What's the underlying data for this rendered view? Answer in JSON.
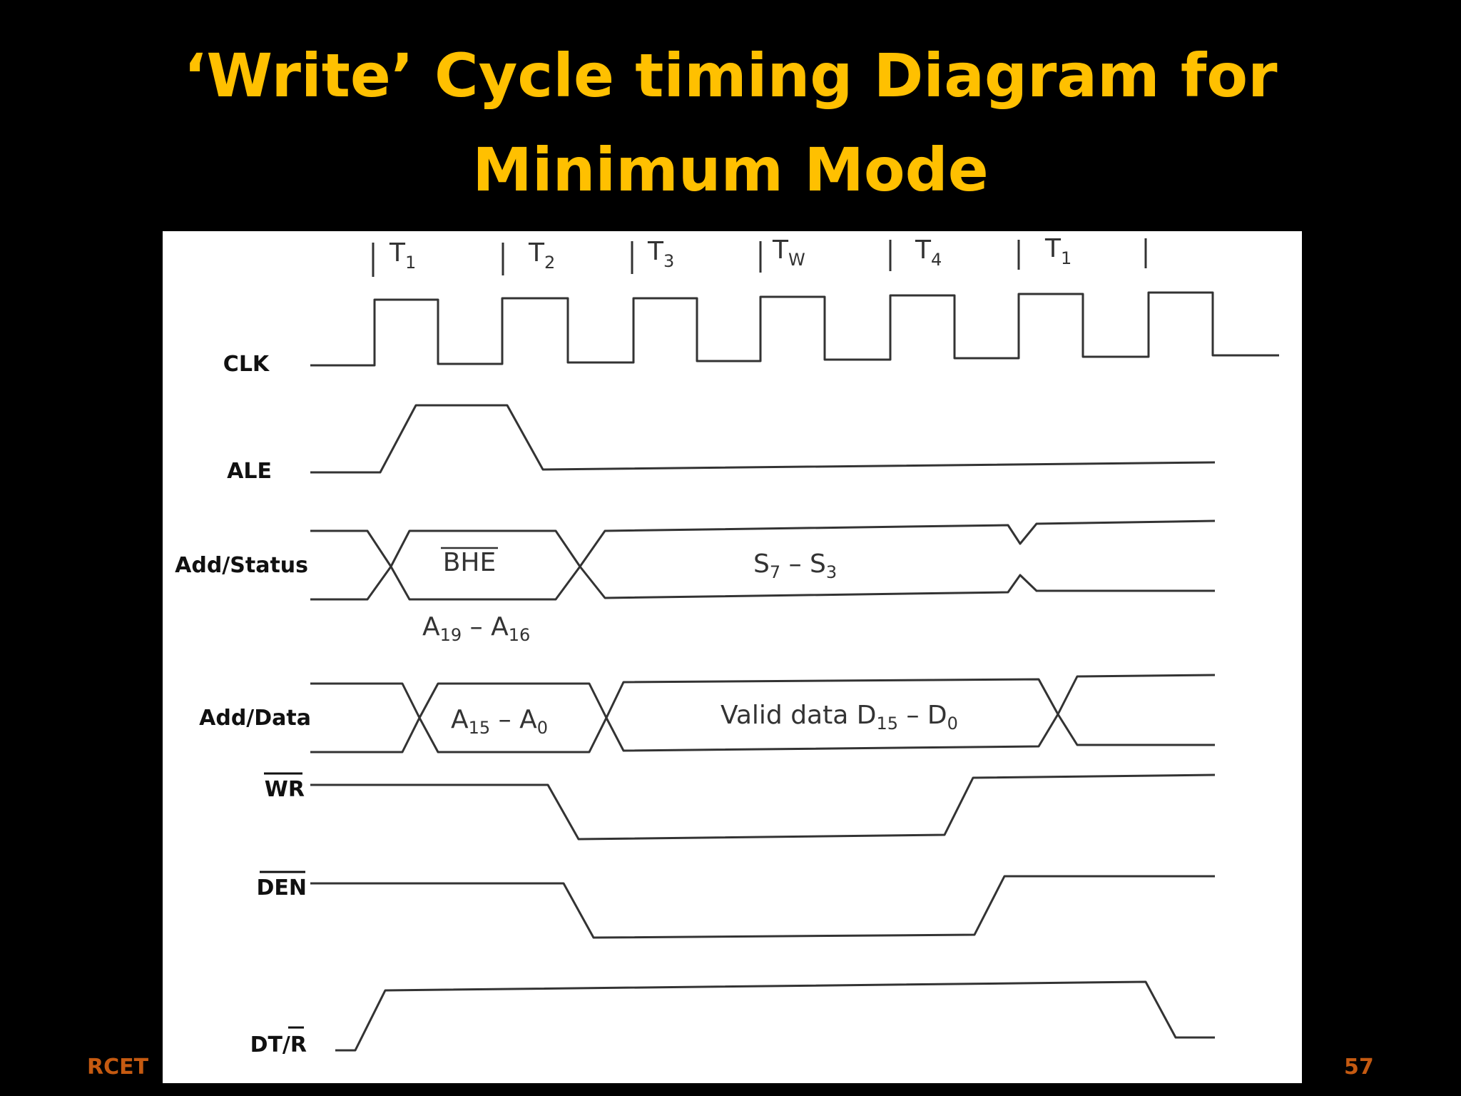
{
  "slide": {
    "title_line1": "‘Write’ Cycle timing Diagram for",
    "title_line2": "Minimum Mode",
    "footer_left": "RCET",
    "page_number": "57",
    "title_color": "#FFC000",
    "footer_color": "#C55A11",
    "background": "#000000"
  },
  "diagram": {
    "phases": [
      {
        "main": "T",
        "sub": "1"
      },
      {
        "main": "T",
        "sub": "2"
      },
      {
        "main": "T",
        "sub": "3"
      },
      {
        "main": "T",
        "sub": "W"
      },
      {
        "main": "T",
        "sub": "4"
      },
      {
        "main": "T",
        "sub": "1"
      }
    ],
    "signals": {
      "clk": "CLK",
      "ale": "ALE",
      "add_status": "Add/Status",
      "add_data": "Add/Data",
      "wr": "WR",
      "den": "DEN",
      "dtr_prefix": "DT/",
      "dtr_bar": "R"
    },
    "add_status": {
      "seg1_top": "BHE",
      "seg1_bottom": {
        "a": "A",
        "a_sub": "19",
        "dash": " – ",
        "b": "A",
        "b_sub": "16"
      },
      "seg2": {
        "a": "S",
        "a_sub": "7",
        "dash": " – ",
        "b": "S",
        "b_sub": "3"
      }
    },
    "add_data": {
      "seg1": {
        "a": "A",
        "a_sub": "15",
        "dash": " – ",
        "b": "A",
        "b_sub": "0"
      },
      "seg2": {
        "prefix": "Valid data ",
        "a": "D",
        "a_sub": "15",
        "dash": " – ",
        "b": "D",
        "b_sub": "0"
      }
    }
  }
}
